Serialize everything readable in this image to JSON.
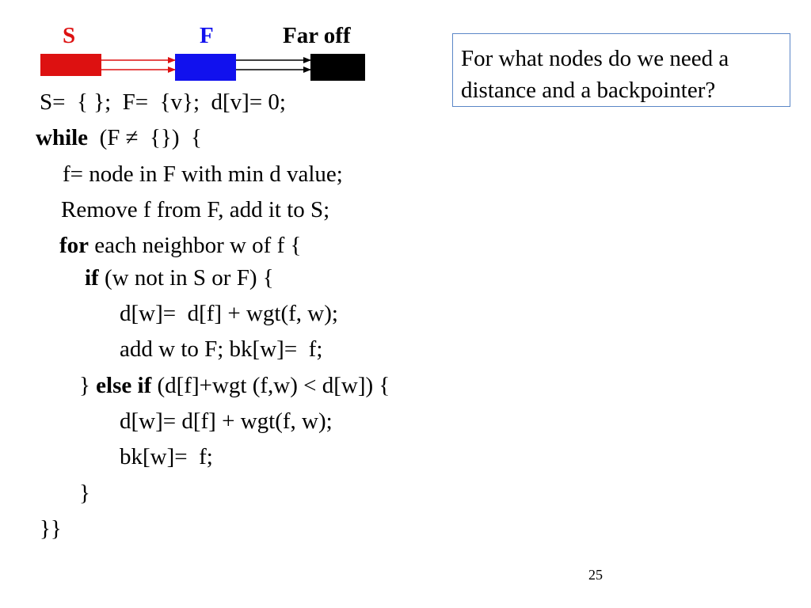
{
  "legend": {
    "s_label": "S",
    "f_label": "F",
    "far_label": "Far off",
    "s_color": "#dd1111",
    "f_color": "#1111ee",
    "far_color": "#000000"
  },
  "code": {
    "line1": "S=  { };  F=  {v};  d[v]= 0;",
    "line2_kw": "while",
    "line2_rest": "  (F ≠  {})  {",
    "line3": "f= node in F with min d value;",
    "line4": "Remove f from F, add it to S;",
    "line5_kw": "for",
    "line5_rest": " each neighbor w of f {",
    "line6_kw": "if",
    "line6_rest": " (w not in S or F) {",
    "line7": "d[w]=  d[f] + wgt(f, w);",
    "line8": "add w to F; bk[w]=  f;",
    "line9_pre": "} ",
    "line9_kw": "else if",
    "line9_rest": " (d[f]+wgt (f,w) < d[w]) {",
    "line10": "d[w]= d[f] + wgt(f, w);",
    "line11": "bk[w]=  f;",
    "line12": "}",
    "line13": "}}"
  },
  "question": {
    "line1": "For what nodes do we need a",
    "line2": "distance and a backpointer?"
  },
  "slide_number": "25"
}
